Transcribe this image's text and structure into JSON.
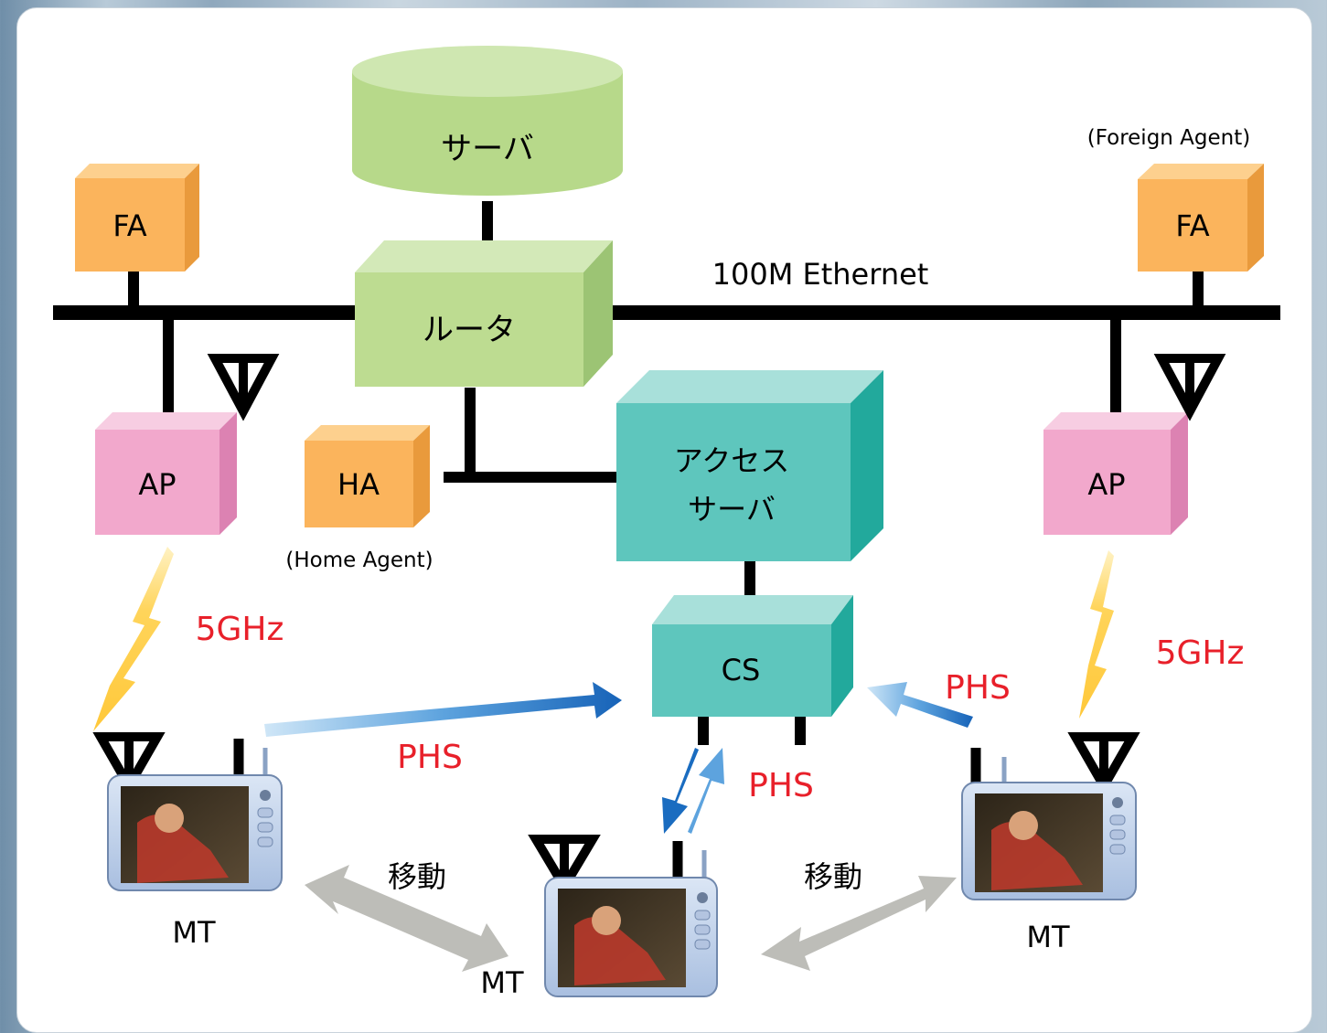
{
  "server": "サーバ",
  "router": "ルータ",
  "access_server": [
    "アクセス",
    "サーバ"
  ],
  "cs": "CS",
  "fa_left": "FA",
  "fa_right": "FA",
  "foreign_agent": "(Foreign Agent)",
  "ethernet": "100M Ethernet",
  "ap_left": "AP",
  "ap_right": "AP",
  "ha": "HA",
  "home_agent": "(Home Agent)",
  "ghz_left": "5GHz",
  "ghz_right": "5GHz",
  "phs_left": "PHS",
  "phs_center": "PHS",
  "phs_right": "PHS",
  "move_left": "移動",
  "move_right": "移動",
  "mt_left": "MT",
  "mt_center": "MT",
  "mt_right": "MT",
  "colors": {
    "server_green": "#c2df98",
    "router_green": "#bedd90",
    "teal": "#5ec6bd",
    "orange": "#fbb25a",
    "pink": "#f2a8cc",
    "phs_red": "#e8202a",
    "arrow_blue": "#1a6cc0",
    "move_gray": "#bdbdb8",
    "bolt_yellow": "#ffd45a"
  }
}
